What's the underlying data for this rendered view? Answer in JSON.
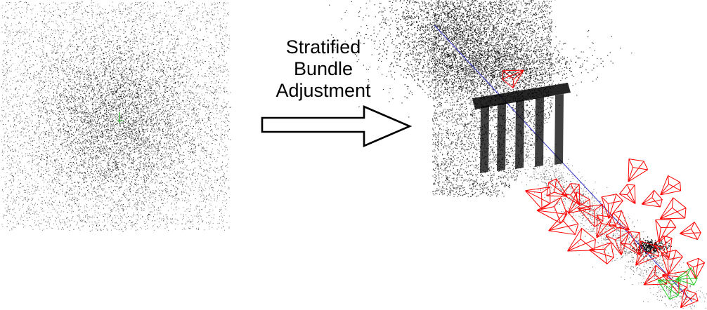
{
  "caption": {
    "lines": [
      "Stratified",
      "Bundle",
      "Adjustment"
    ]
  },
  "panels": {
    "left": {
      "content": "random initialization point cloud",
      "point_color": "#000000",
      "axis_marker_color": "#22aa22"
    },
    "right": {
      "content": "reconstructed scene point cloud with cameras",
      "point_color": "#000000",
      "camera_color": "#ff0000",
      "camera_highlight_color": "#22cc22",
      "trajectory_line_color": "#3333cc"
    }
  },
  "arrow": {
    "direction": "right",
    "fill": "#ffffff",
    "stroke": "#000000"
  }
}
